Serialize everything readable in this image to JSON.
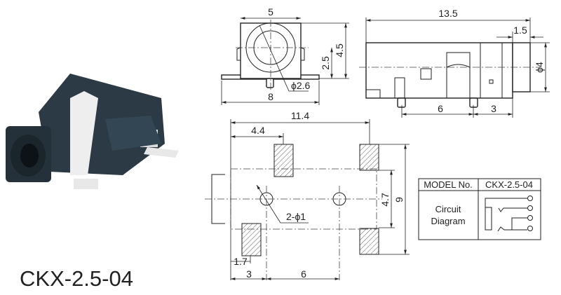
{
  "product_title": "CKX-2.5-04",
  "front_view": {
    "width": "5",
    "base_width": "8",
    "height": "4.5",
    "center_height": "2.5",
    "hole": "ϕ2.6"
  },
  "side_view": {
    "length": "13.5",
    "front": "1.5",
    "diameter": "ϕ4",
    "pin_spacing": "6",
    "pin_offset": "3"
  },
  "footprint": {
    "length": "11.4",
    "pad_offset": "4.4",
    "height": "9",
    "inner": "4.7",
    "holes": "2-ϕ1",
    "pad_width": "1.7",
    "hole_offset": "3",
    "hole_spacing": "6"
  },
  "table": {
    "model_label": "MODEL No.",
    "model_value": "CKX-2.5-04",
    "circuit_label_1": "Circuit",
    "circuit_label_2": "Diagram"
  }
}
